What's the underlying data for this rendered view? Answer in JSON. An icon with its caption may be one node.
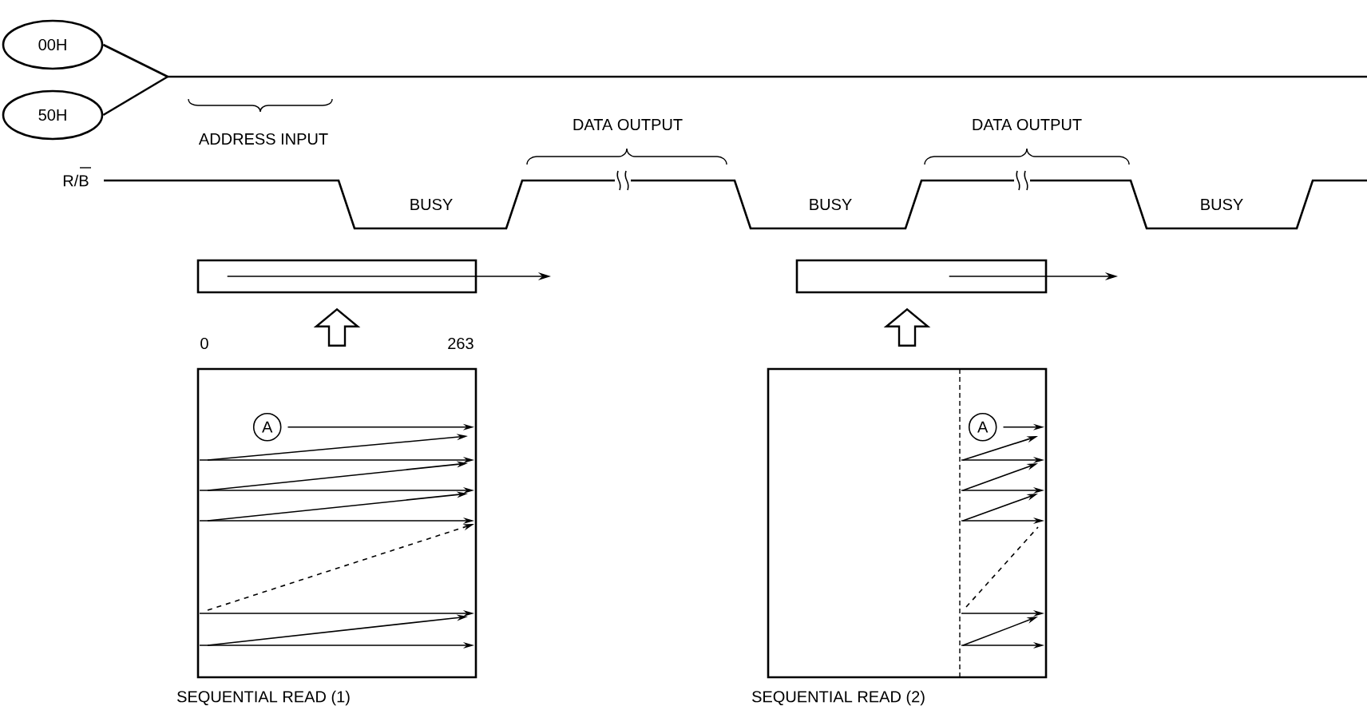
{
  "diagram": {
    "nodes": [
      {
        "text": [
          "00H"
        ]
      },
      {
        "text": [
          "50H"
        ]
      },
      {
        "text": [],
        "shape": "box"
      },
      {
        "text": [],
        "shape": "box"
      },
      {
        "text": [],
        "shape": "box"
      },
      {
        "text": [
          "A"
        ],
        "in": 4
      },
      {
        "text": [],
        "shape": "box"
      },
      {
        "text": [
          "A"
        ],
        "in": 6
      }
    ],
    "edges": [
      {
        "from": 0,
        "to": null,
        "arrow": "none"
      },
      {
        "from": 1,
        "to": null,
        "arrow": "none"
      },
      {
        "from": 4,
        "to": 2,
        "arrow": "to"
      },
      {
        "from": 6,
        "to": 3,
        "arrow": "to"
      },
      {
        "from": 2,
        "to": null,
        "arrow": "to"
      },
      {
        "from": 3,
        "to": null,
        "arrow": "to"
      },
      {
        "from": 5,
        "to": null,
        "arrow": "to"
      },
      {
        "from": 7,
        "to": null,
        "arrow": "to"
      }
    ],
    "labels": [
      "ADDRESS INPUT",
      "DATA OUTPUT",
      "DATA OUTPUT",
      "R/B",
      "BUSY",
      "BUSY",
      "BUSY",
      "0",
      "263",
      "SEQUENTIAL READ (1)",
      "SEQUENTIAL READ (2)"
    ]
  }
}
